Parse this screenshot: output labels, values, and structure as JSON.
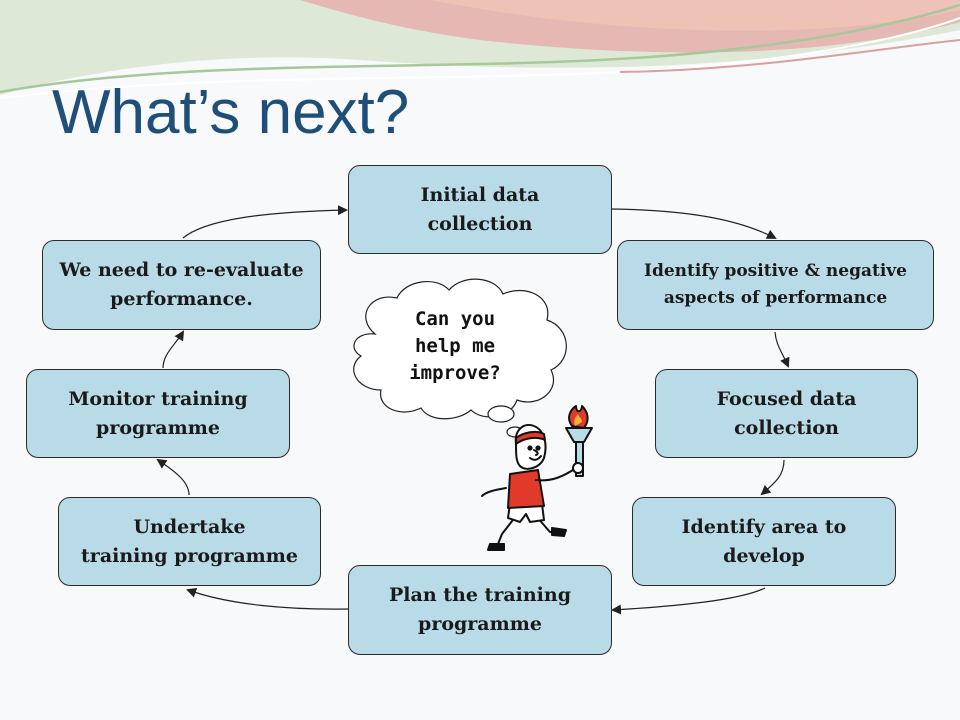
{
  "slide": {
    "title": "What’s next?"
  },
  "cycle": {
    "steps": [
      {
        "id": "initial",
        "label": "Initial data\ncollection"
      },
      {
        "id": "identify-pos-neg",
        "label": "Identify positive & negative\naspects of performance"
      },
      {
        "id": "focused",
        "label": "Focused data\ncollection"
      },
      {
        "id": "identify-area",
        "label": "Identify area to\ndevelop"
      },
      {
        "id": "plan",
        "label": "Plan the training\nprogramme"
      },
      {
        "id": "undertake",
        "label": "Undertake\ntraining programme"
      },
      {
        "id": "monitor",
        "label": "Monitor training\nprogramme"
      },
      {
        "id": "re-evaluate",
        "label": "We need to re-evaluate\nperformance."
      }
    ]
  },
  "thought_bubble": {
    "text": "Can you\nhelp me\nimprove?"
  },
  "colors": {
    "title": "#1f4e79",
    "box_fill": "#b9dbe7",
    "box_border": "#2b2b2b",
    "arrow": "#222222"
  },
  "icons": {
    "character": "runner-with-torch-icon",
    "bubble": "thought-cloud-icon"
  }
}
